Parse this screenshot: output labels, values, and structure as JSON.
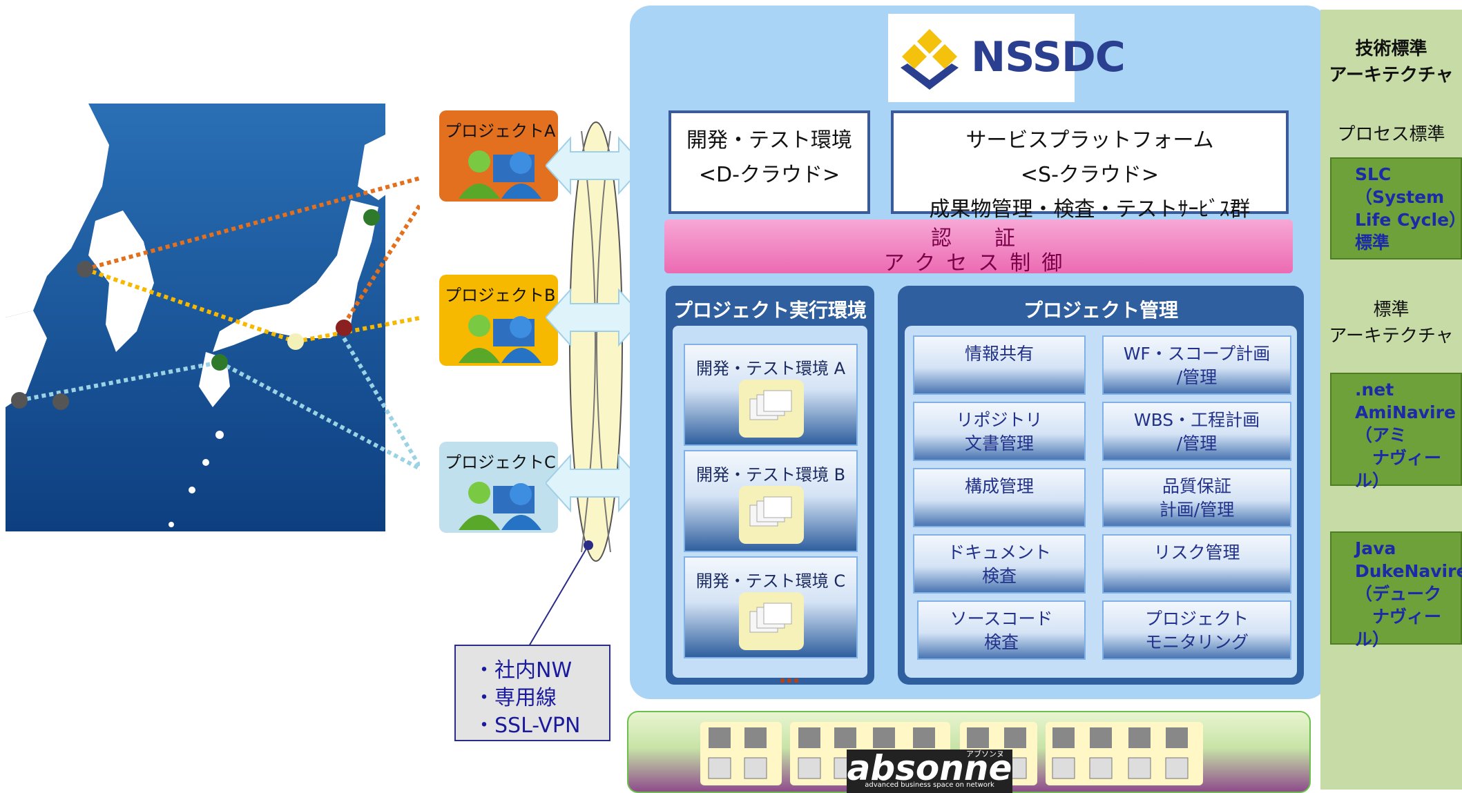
{
  "projects": [
    {
      "label": "プロジェクトA",
      "color": "#e2701f"
    },
    {
      "label": "プロジェクトB",
      "color": "#f7b800"
    },
    {
      "label": "プロジェクトC",
      "color": "#bfe0ec"
    }
  ],
  "network_legend": [
    "・社内NW",
    "・専用線",
    "・SSL-VPN"
  ],
  "logo": {
    "nssdc": "NSSDC"
  },
  "dcloud": {
    "line1": "開発・テスト環境",
    "line2": "<D-クラウド>"
  },
  "scloud": {
    "line1": "サービスプラットフォーム",
    "line2": "<S-クラウド>",
    "line3": "成果物管理・検査・テストｻｰﾋﾞｽ群"
  },
  "auth": {
    "line1": "認　証",
    "line2": "アクセス制御"
  },
  "execution": {
    "title": "プロジェクト実行環境",
    "environments": [
      "開発・テスト環境 A",
      "開発・テスト環境 B",
      "開発・テスト環境 C"
    ],
    "ellipsis": "…"
  },
  "management": {
    "title": "プロジェクト管理",
    "items": [
      {
        "l1": "情報共有",
        "l2": ""
      },
      {
        "l1": "WF・スコープ計画",
        "l2": "/管理"
      },
      {
        "l1": "リポジトリ",
        "l2": "文書管理"
      },
      {
        "l1": "WBS・工程計画",
        "l2": "/管理"
      },
      {
        "l1": "構成管理",
        "l2": ""
      },
      {
        "l1": "品質保証",
        "l2": "計画/管理"
      },
      {
        "l1": "ドキュメント",
        "l2": "検査"
      },
      {
        "l1": "リスク管理",
        "l2": ""
      },
      {
        "l1": "ソースコード",
        "l2": "検査"
      },
      {
        "l1": "プロジェクト",
        "l2": "モニタリング"
      }
    ]
  },
  "absonne": {
    "name": "absonne",
    "subtitle": "advanced business space on network",
    "kana": "アブソンヌ"
  },
  "standards": {
    "heading1": "技術標準",
    "heading2": "アーキテクチャ",
    "process_label": "プロセス標準",
    "slc": [
      "SLC",
      "（System",
      "Life Cycle）",
      "標準"
    ],
    "std_arch1": "標準",
    "std_arch2": "アーキテクチャ",
    "net": [
      ".net",
      "AmiNavire",
      "（アミ",
      "　ナヴィール）"
    ],
    "java": [
      "Java",
      "DukeNavire",
      "（デューク",
      "　ナヴィール）"
    ]
  },
  "colors": {
    "cloud_bg": "#a9d4f5",
    "panel_blue": "#2f5f9e",
    "auth_pink": "#ec6ab2",
    "standards_bg": "#c7dba6",
    "standards_box": "#6fa13a"
  }
}
